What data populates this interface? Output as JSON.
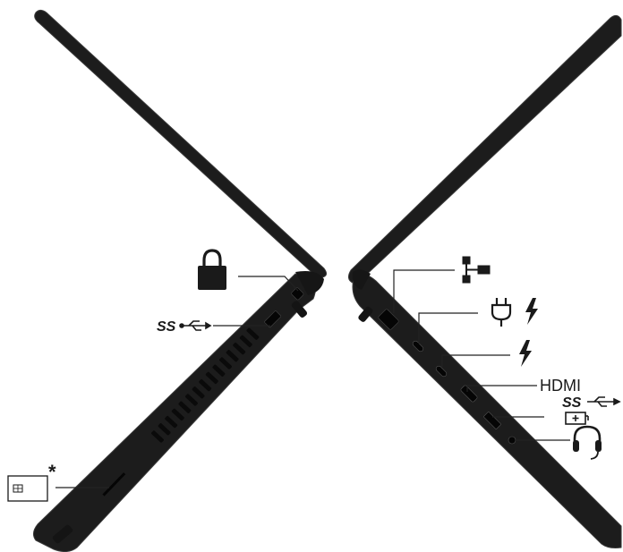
{
  "colors": {
    "laptop_body": "#1c1c1c",
    "laptop_edge": "#3a3a3a",
    "vent": "#0a0a0a",
    "callout_line": "#222222",
    "icon": "#1a1a1a"
  },
  "left_side": {
    "ports": [
      {
        "id": "security-lock-slot",
        "icon": "padlock-icon"
      },
      {
        "id": "usb-a-superspeed",
        "icon": "ss-usb-icon",
        "text": "SS"
      },
      {
        "id": "smart-card-slot",
        "icon": "smart-card-icon",
        "note": "*"
      }
    ]
  },
  "right_side": {
    "ports": [
      {
        "id": "ethernet",
        "icon": "network-icon"
      },
      {
        "id": "usb-c-thunderbolt-power",
        "icon": "power-thunderbolt-icon"
      },
      {
        "id": "usb-c-thunderbolt",
        "icon": "thunderbolt-icon"
      },
      {
        "id": "hdmi",
        "icon": "hdmi-label",
        "text": "HDMI"
      },
      {
        "id": "usb-a-superspeed-powered",
        "icon": "ss-usb-battery-icon",
        "text": "SS"
      },
      {
        "id": "audio-combo-jack",
        "icon": "headset-icon"
      }
    ]
  }
}
